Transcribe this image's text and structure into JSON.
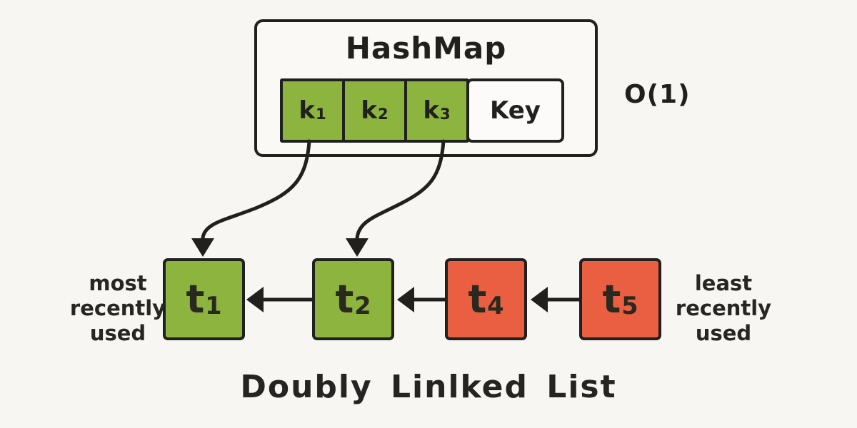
{
  "colors": {
    "bg": "#f8f6f3",
    "ink": "#20201e",
    "green": "#8cb43e",
    "red": "#ea5f41",
    "cellwhite": "#fcfbf9",
    "boxwhite": "#faf9f6"
  },
  "hashmap": {
    "title": "HashMap",
    "complexity": "O(1)",
    "cells": [
      {
        "label": "k",
        "sub": "1",
        "type": "green"
      },
      {
        "label": "k",
        "sub": "2",
        "type": "green"
      },
      {
        "label": "k",
        "sub": "3",
        "type": "green"
      },
      {
        "label": "Key",
        "sub": "",
        "type": "white"
      }
    ]
  },
  "linked_list": {
    "title": "Doubly Linlked List",
    "nodes": [
      {
        "label": "t",
        "sub": "1",
        "type": "green"
      },
      {
        "label": "t",
        "sub": "2",
        "type": "green"
      },
      {
        "label": "t",
        "sub": "4",
        "type": "red"
      },
      {
        "label": "t",
        "sub": "5",
        "type": "red"
      }
    ],
    "left_label": {
      "line1": "most",
      "line2": "recently",
      "line3": "used"
    },
    "right_label": {
      "line1": "least",
      "line2": "recently",
      "line3": "used"
    }
  }
}
